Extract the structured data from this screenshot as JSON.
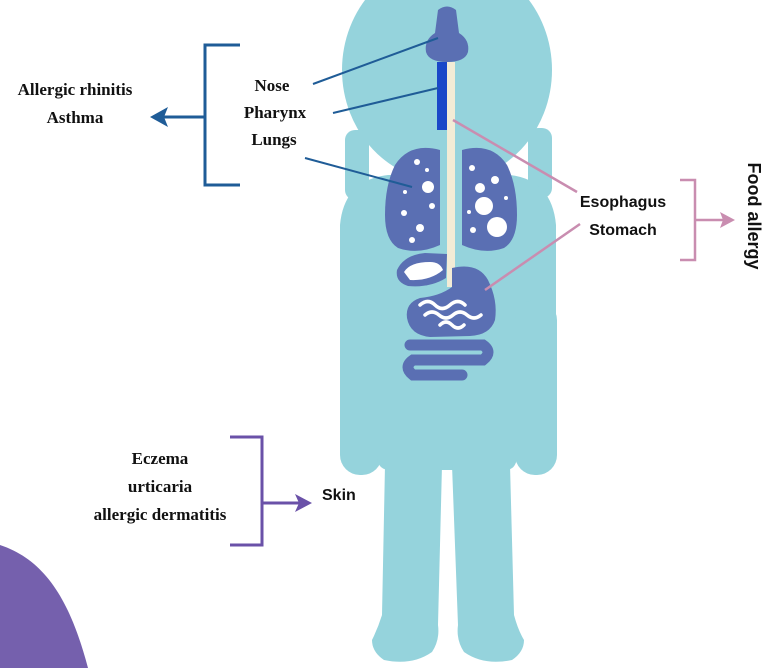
{
  "colors": {
    "body": "#95d3dc",
    "organ": "#5a6fb3",
    "organ_dark": "#3f4f95",
    "respiratory": "#1f5c97",
    "digestive": "#c98db0",
    "skin": "#6a51a8",
    "airway": "#1a47c8",
    "esophagus": "#f3ecd6",
    "corner": "#7560ad"
  },
  "respiratory": {
    "organs": [
      "Nose",
      "Pharynx",
      "Lungs"
    ],
    "conditions": [
      "Allergic rhinitis",
      "Asthma"
    ]
  },
  "digestive": {
    "organs": [
      "Esophagus",
      "Stomach"
    ],
    "condition": "Food allergy"
  },
  "skin": {
    "organ": "Skin",
    "conditions": [
      "Eczema",
      "urticaria",
      "allergic dermatitis"
    ]
  }
}
